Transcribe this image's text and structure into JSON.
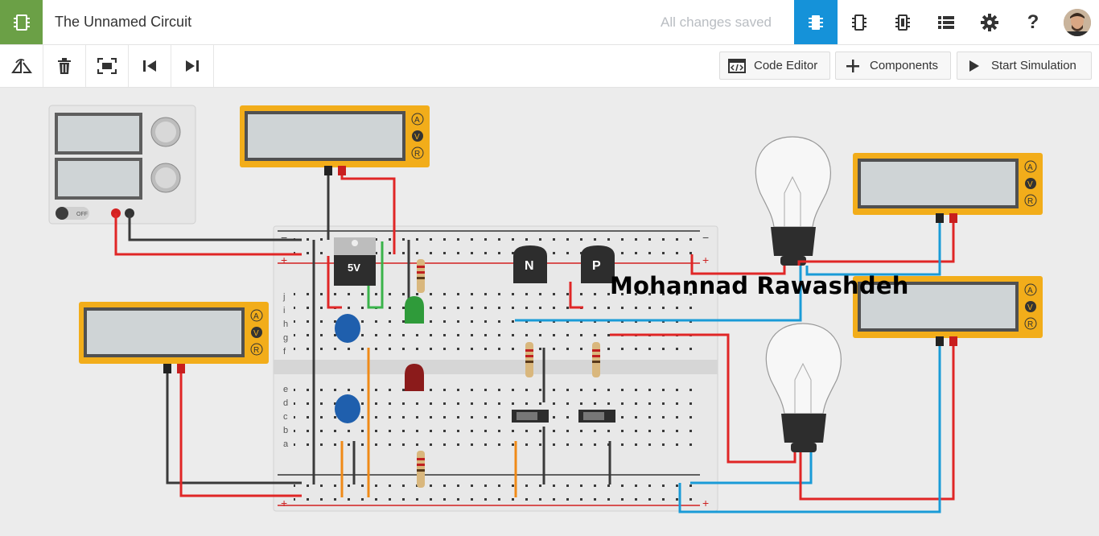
{
  "header": {
    "title": "The Unnamed Circuit",
    "save_status": "All changes saved",
    "icons": [
      "circuit-view-icon",
      "component-view-icon",
      "schematic-view-icon",
      "component-list-icon",
      "settings-icon",
      "help-icon"
    ],
    "help_label": "?"
  },
  "toolbar": {
    "tools": [
      "rotate-icon",
      "delete-icon",
      "fit-view-icon",
      "step-back-icon",
      "step-forward-icon"
    ],
    "code_editor_label": "Code Editor",
    "components_label": "Components",
    "start_simulation_label": "Start Simulation"
  },
  "circuit": {
    "regulator_label": "5V",
    "npn_label": "N",
    "pnp_label": "P",
    "multimeter_labels": [
      "A",
      "V",
      "R"
    ],
    "power_supply_off_label": "OFF",
    "breadboard_plus": "+",
    "breadboard_minus": "−",
    "row_letters_top": [
      "j",
      "i",
      "h",
      "g",
      "f"
    ],
    "row_letters_bottom": [
      "e",
      "d",
      "c",
      "b",
      "a"
    ],
    "watermark": "Mohannad Rawashdeh"
  },
  "colors": {
    "accent": "#1592d9",
    "logo_green": "#6ba046",
    "multimeter": "#f2ad1a",
    "wire_red": "#e02626",
    "wire_black": "#3a3a3a",
    "wire_blue": "#1a9bd7",
    "wire_orange": "#f08a17",
    "wire_green": "#3ab34a"
  }
}
